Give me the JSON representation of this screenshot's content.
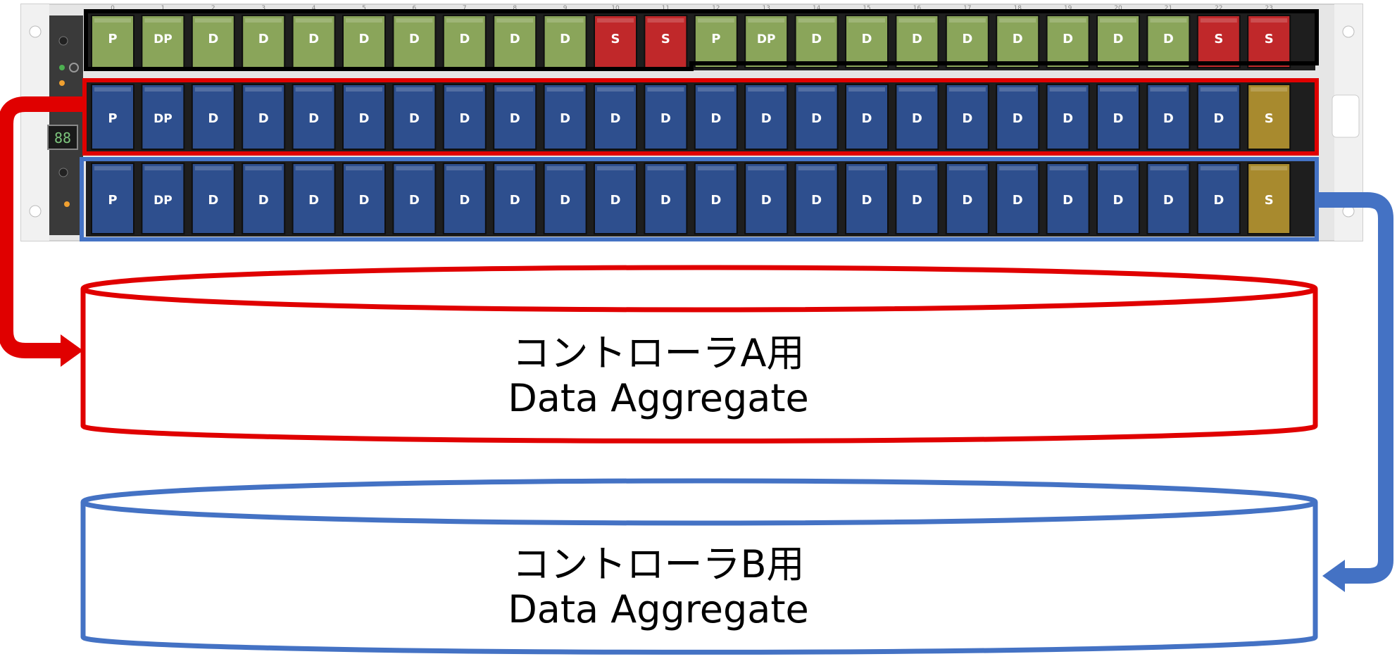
{
  "shelf": {
    "rows": [
      {
        "id": "row1",
        "outline": "#000000",
        "disks": [
          "P",
          "DP",
          "D",
          "D",
          "D",
          "D",
          "D",
          "D",
          "D",
          "D",
          "S",
          "S",
          "P",
          "DP",
          "D",
          "D",
          "D",
          "D",
          "D",
          "D",
          "D",
          "D",
          "S",
          "S"
        ]
      },
      {
        "id": "row2",
        "outline": "#d40000",
        "disks": [
          "P",
          "DP",
          "D",
          "D",
          "D",
          "D",
          "D",
          "D",
          "D",
          "D",
          "D",
          "D",
          "D",
          "D",
          "D",
          "D",
          "D",
          "D",
          "D",
          "D",
          "D",
          "D",
          "D",
          "S"
        ]
      },
      {
        "id": "row3",
        "outline": "#4472c4",
        "disks": [
          "P",
          "DP",
          "D",
          "D",
          "D",
          "D",
          "D",
          "D",
          "D",
          "D",
          "D",
          "D",
          "D",
          "D",
          "D",
          "D",
          "D",
          "D",
          "D",
          "D",
          "D",
          "D",
          "D",
          "S"
        ]
      }
    ],
    "bay_numbers": [
      "0",
      "1",
      "2",
      "3",
      "4",
      "5",
      "6",
      "7",
      "8",
      "9",
      "10",
      "11",
      "12",
      "13",
      "14",
      "15",
      "16",
      "17",
      "18",
      "19",
      "20",
      "21",
      "22",
      "23"
    ]
  },
  "colors": {
    "disk_green": "#8aa55a",
    "disk_red": "#c0282a",
    "disk_blue": "#2e4f8e",
    "disk_gold": "#a88a2e",
    "controller_a": "#e00000",
    "controller_b": "#4472c4"
  },
  "aggregates": {
    "a": {
      "line1": "コントローラA用",
      "line2": "Data Aggregate"
    },
    "b": {
      "line1": "コントローラB用",
      "line2": "Data Aggregate"
    }
  }
}
